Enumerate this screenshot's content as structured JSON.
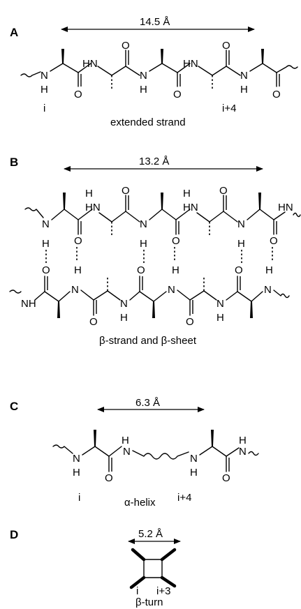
{
  "panels": [
    {
      "letter": "A",
      "distance": "14.5 Å",
      "residue_start": "i",
      "residue_end": "i+4",
      "caption": "extended  strand"
    },
    {
      "letter": "B",
      "distance": "13.2 Å",
      "caption": "β-strand and β-sheet"
    },
    {
      "letter": "C",
      "distance": "6.3 Å",
      "residue_start": "i",
      "residue_end": "i+4",
      "caption": "α-helix"
    },
    {
      "letter": "D",
      "distance": "5.2 Å",
      "residue_start": "i",
      "residue_end": "i+3",
      "caption": "β-turn"
    }
  ],
  "atoms": {
    "nitrogen": "N",
    "hydrogen": "H",
    "oxygen": "O",
    "amide_nh": "NH",
    "amide_hn": "HN"
  }
}
